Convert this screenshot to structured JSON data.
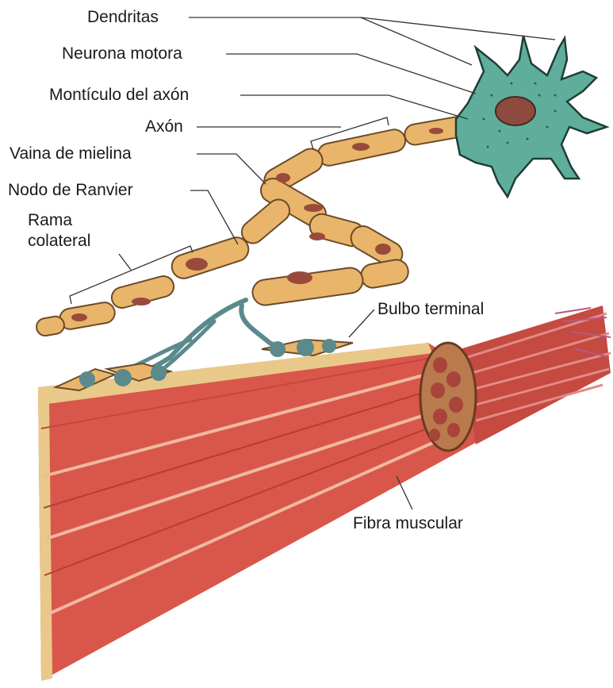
{
  "labels": {
    "dendritas": "Dendritas",
    "neurona_motora": "Neurona motora",
    "monticulo": "Montículo del axón",
    "axon": "Axón",
    "vaina": "Vaina de mielina",
    "nodo": "Nodo de Ranvier",
    "rama_line1": "Rama",
    "rama_line2": "colateral",
    "bulbo": "Bulbo terminal",
    "fibra": "Fibra muscular"
  },
  "colors": {
    "neuron_body": "#5fae9c",
    "nucleus": "#8e4a3f",
    "myelin": "#e8b56a",
    "myelin_outline": "#6b4a2a",
    "nerve_terminal": "#5b8a8c",
    "muscle": "#d9574a",
    "muscle_dark": "#a33a33",
    "muscle_stripe": "#f0b9a0",
    "muscle_edge": "#e9c98a",
    "cross_section": "#b97a4e"
  }
}
